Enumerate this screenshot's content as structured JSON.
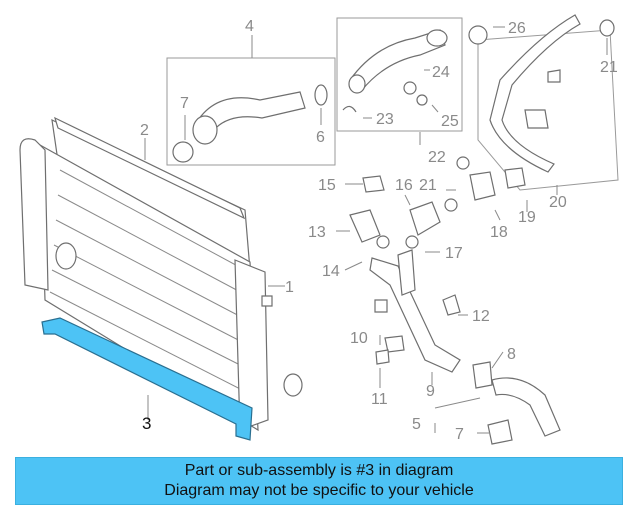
{
  "callouts": {
    "c1": "1",
    "c2": "2",
    "c3": "3",
    "c4": "4",
    "c5": "5",
    "c6": "6",
    "c7a": "7",
    "c7b": "7",
    "c8": "8",
    "c9": "9",
    "c10": "10",
    "c11": "11",
    "c12": "12",
    "c13": "13",
    "c14": "14",
    "c15": "15",
    "c16": "16",
    "c17": "17",
    "c18": "18",
    "c19": "19",
    "c20": "20",
    "c21a": "21",
    "c21b": "21",
    "c22": "22",
    "c23": "23",
    "c24": "24",
    "c25": "25",
    "c26": "26"
  },
  "highlight": {
    "color": "#4dc3f5",
    "part": "3"
  },
  "banner": {
    "line1": "Part or sub-assembly is #3 in diagram",
    "line2": "Diagram may not be specific to your vehicle",
    "color": "#4dc3f5"
  }
}
